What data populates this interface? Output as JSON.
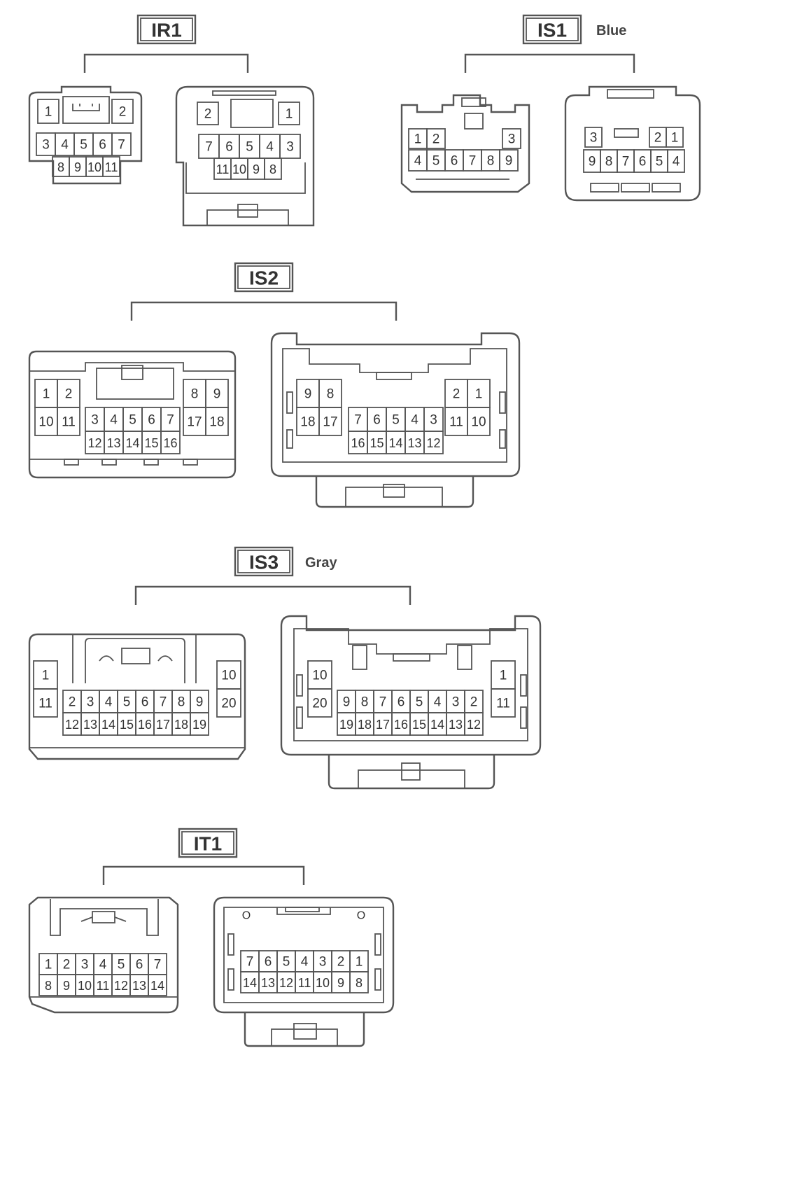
{
  "connectors": [
    {
      "id": "IR1",
      "note": "",
      "views": [
        {
          "pins": [
            "1",
            "2",
            "3",
            "4",
            "5",
            "6",
            "7",
            "8",
            "9",
            "10",
            "11"
          ]
        },
        {
          "pins": [
            "2",
            "1",
            "7",
            "6",
            "5",
            "4",
            "3",
            "11",
            "10",
            "9",
            "8"
          ]
        }
      ]
    },
    {
      "id": "IS1",
      "note": "Blue",
      "views": [
        {
          "pins": [
            "1",
            "2",
            "3",
            "4",
            "5",
            "6",
            "7",
            "8",
            "9"
          ]
        },
        {
          "pins": [
            "3",
            "2",
            "1",
            "9",
            "8",
            "7",
            "6",
            "5",
            "4"
          ]
        }
      ]
    },
    {
      "id": "IS2",
      "note": "",
      "views": [
        {
          "pins": [
            "1",
            "2",
            "8",
            "9",
            "10",
            "11",
            "17",
            "18",
            "3",
            "4",
            "5",
            "6",
            "7",
            "12",
            "13",
            "14",
            "15",
            "16"
          ]
        },
        {
          "pins": [
            "9",
            "8",
            "2",
            "1",
            "18",
            "17",
            "11",
            "10",
            "7",
            "6",
            "5",
            "4",
            "3",
            "16",
            "15",
            "14",
            "13",
            "12"
          ]
        }
      ]
    },
    {
      "id": "IS3",
      "note": "Gray",
      "views": [
        {
          "pins": [
            "1",
            "11",
            "10",
            "20",
            "2",
            "3",
            "4",
            "5",
            "6",
            "7",
            "8",
            "9",
            "12",
            "13",
            "14",
            "15",
            "16",
            "17",
            "18",
            "19"
          ]
        },
        {
          "pins": [
            "10",
            "20",
            "1",
            "11",
            "9",
            "8",
            "7",
            "6",
            "5",
            "4",
            "3",
            "2",
            "19",
            "18",
            "17",
            "16",
            "15",
            "14",
            "13",
            "12"
          ]
        }
      ]
    },
    {
      "id": "IT1",
      "note": "",
      "views": [
        {
          "pins": [
            "1",
            "2",
            "3",
            "4",
            "5",
            "6",
            "7",
            "8",
            "9",
            "10",
            "11",
            "12",
            "13",
            "14"
          ]
        },
        {
          "pins": [
            "7",
            "6",
            "5",
            "4",
            "3",
            "2",
            "1",
            "14",
            "13",
            "12",
            "11",
            "10",
            "9",
            "8"
          ]
        }
      ]
    }
  ]
}
